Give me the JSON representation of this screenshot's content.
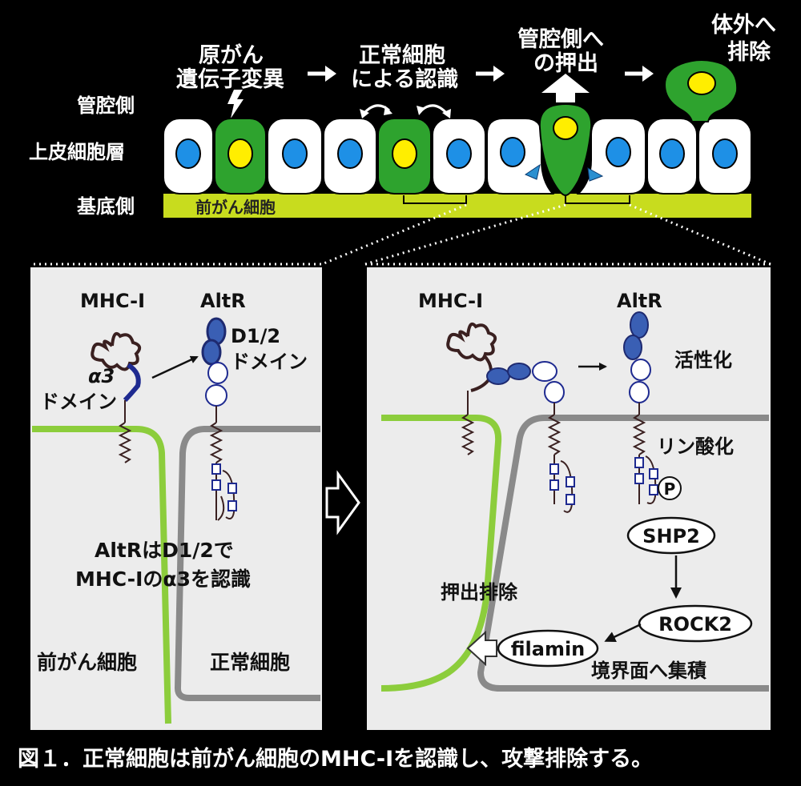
{
  "colors": {
    "background": "#000000",
    "precancer_cell": "#2ea32e",
    "normal_cell": "#ffffff",
    "nucleus_normal": "#1e90e6",
    "nucleus_precancer": "#ffee00",
    "basement": "#c8dc1e",
    "panel_bg": "#ececec",
    "precancer_membrane": "#8ccd3c",
    "normal_membrane": "#8a8a8a",
    "receptor_blue": "#3a5fb4"
  },
  "top": {
    "step1": [
      "原がん",
      "遺伝子変異"
    ],
    "step2": [
      "正常細胞",
      "による認識"
    ],
    "step3": [
      "管腔側へ",
      "の押出"
    ],
    "step4": [
      "体外へ",
      "排除"
    ],
    "side_lumen": "管腔側",
    "side_layer": "上皮細胞層",
    "side_basal": "基底側",
    "precancer_label": "前がん細胞"
  },
  "left_panel": {
    "mhc": "MHC-I",
    "altr": "AltR",
    "d12": [
      "D1/2",
      "ドメイン"
    ],
    "a3": [
      "α3",
      "ドメイン"
    ],
    "explain": [
      "AltRはD1/2で",
      "MHC-Iのα3を認識"
    ],
    "precancer": "前がん細胞",
    "normal": "正常細胞"
  },
  "right_panel": {
    "mhc": "MHC-I",
    "altr": "AltR",
    "activation": "活性化",
    "phospho": "リン酸化",
    "p": "P",
    "shp2": "SHP2",
    "rock2": "ROCK2",
    "filamin": "filamin",
    "accumulate": "境界面へ集積",
    "extrusion": "押出排除"
  },
  "caption": "図１．正常細胞は前がん細胞のMHC-Iを認識し、攻撃排除する。"
}
